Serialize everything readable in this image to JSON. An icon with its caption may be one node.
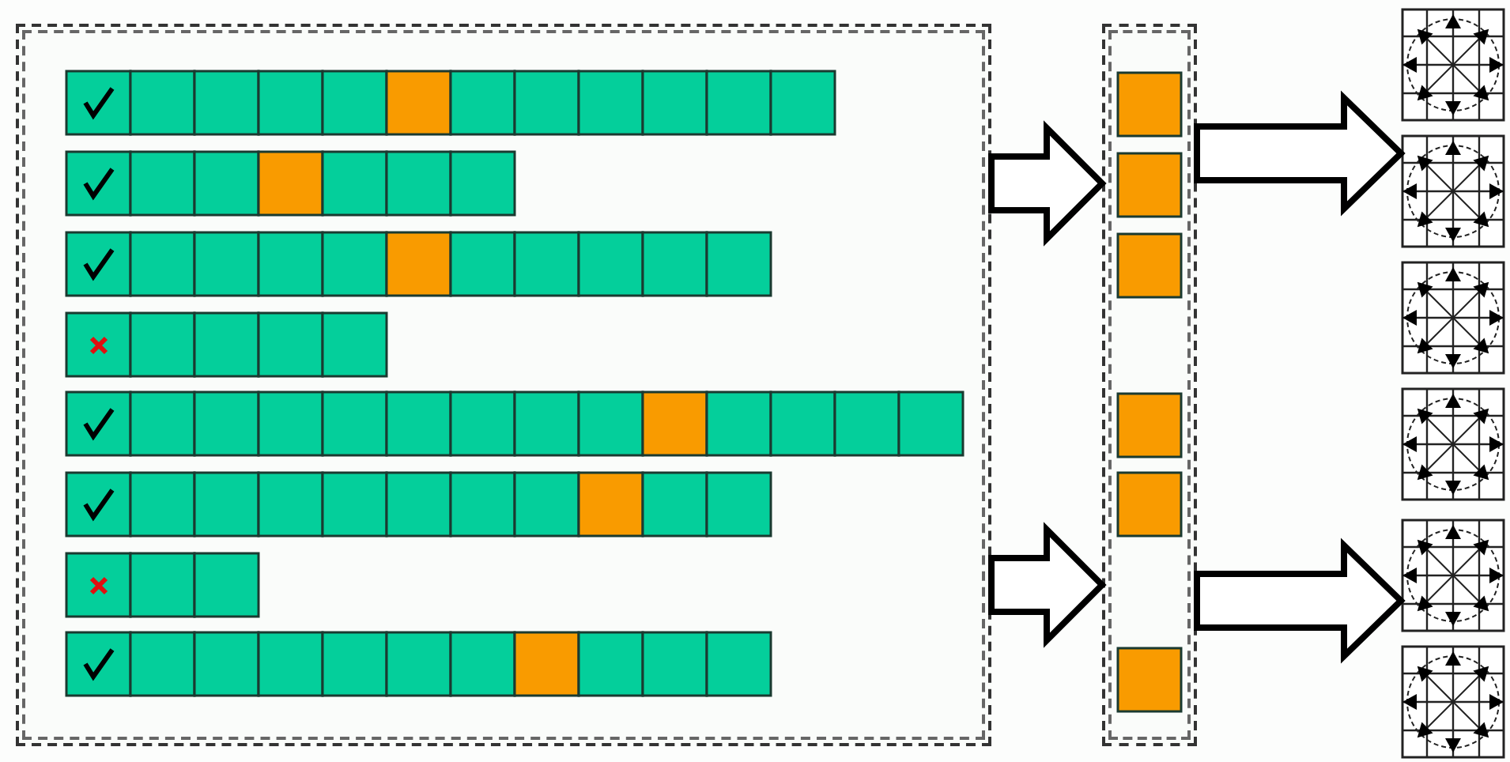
{
  "diagram": {
    "nodes": [
      {
        "text": [],
        "shape": "box"
      },
      {
        "text": [],
        "shape": "box"
      },
      {
        "text": [],
        "shape": "grid"
      },
      {
        "text": [],
        "shape": "grid"
      },
      {
        "text": [],
        "shape": "grid"
      },
      {
        "text": [],
        "shape": "grid"
      },
      {
        "text": [],
        "shape": "grid"
      },
      {
        "text": [],
        "shape": "grid"
      }
    ],
    "edges": [
      {
        "from": 0,
        "to": 1,
        "arrow": "to"
      },
      {
        "from": 0,
        "to": 1,
        "arrow": "to"
      },
      {
        "from": 1,
        "to": 3,
        "arrow": "to"
      },
      {
        "from": 1,
        "to": 6,
        "arrow": "to"
      }
    ]
  }
}
